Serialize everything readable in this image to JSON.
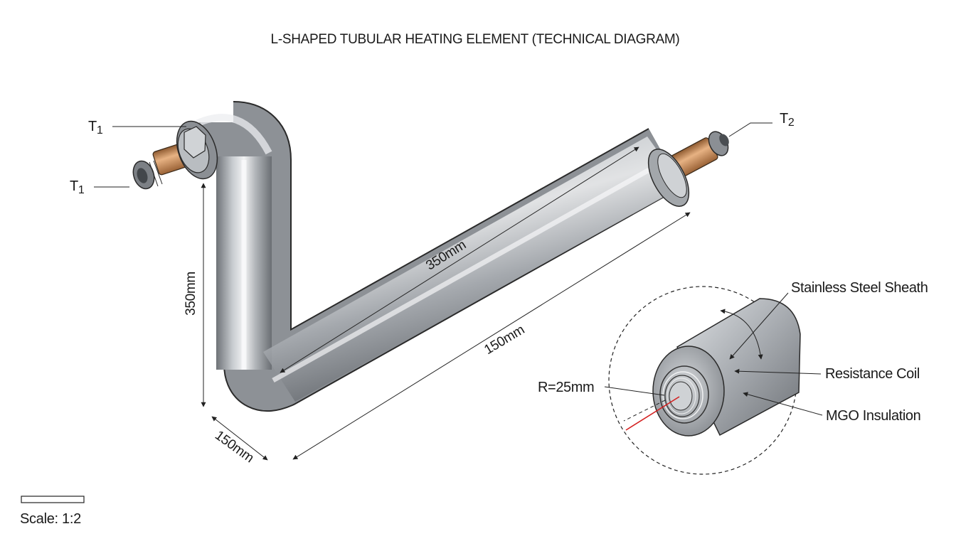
{
  "title": "L-SHAPED TUBULAR HEATING ELEMENT (TECHNICAL DIAGRAM)",
  "terminals": {
    "left_upper": "T1",
    "left_lower": "T1",
    "right": "T2"
  },
  "dimensions": {
    "vertical_leg": "350mm",
    "diagonal_upper": "350mm",
    "diagonal_lower": "150mm",
    "bend": "150mm"
  },
  "cross_section": {
    "sheath": "Stainless Steel Sheath",
    "coil": "Resistance Coil",
    "insulation": "MGO Insulation",
    "radius": "R=25mm"
  },
  "scale": "Scale: 1:2",
  "colors": {
    "steel_dark": "#6e7277",
    "steel_mid": "#b8bcc0",
    "steel_light": "#eef0f2",
    "copper": "#c8874f",
    "accent_red": "#d42020"
  }
}
